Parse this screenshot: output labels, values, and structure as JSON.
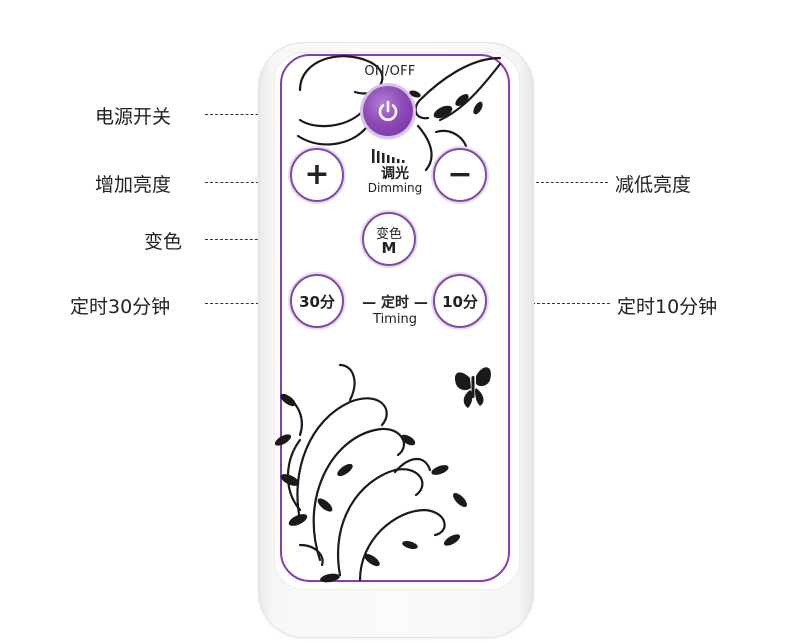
{
  "remote": {
    "on_off_label": "ON/OFF",
    "dimming_cn": "调光",
    "dimming_en": "Dimming",
    "plus_symbol": "+",
    "minus_symbol": "−",
    "color_cn": "变色",
    "color_m": "M",
    "timer30_label": "30分",
    "timer10_label": "10分",
    "timing_cn": "— 定时 —",
    "timing_en": "Timing"
  },
  "callouts": {
    "power": "电源开关",
    "brightness_up": "增加亮度",
    "brightness_down": "减低亮度",
    "color_change": "变色",
    "timer_30": "定时30分钟",
    "timer_10": "定时10分钟"
  },
  "colors": {
    "accent": "#8a3bb3",
    "power_button": "#7e3ea8",
    "ink": "#222222"
  },
  "icons": [
    "power-icon",
    "dimming-bars-icon",
    "butterfly-icon",
    "floral-vine-decoration"
  ]
}
